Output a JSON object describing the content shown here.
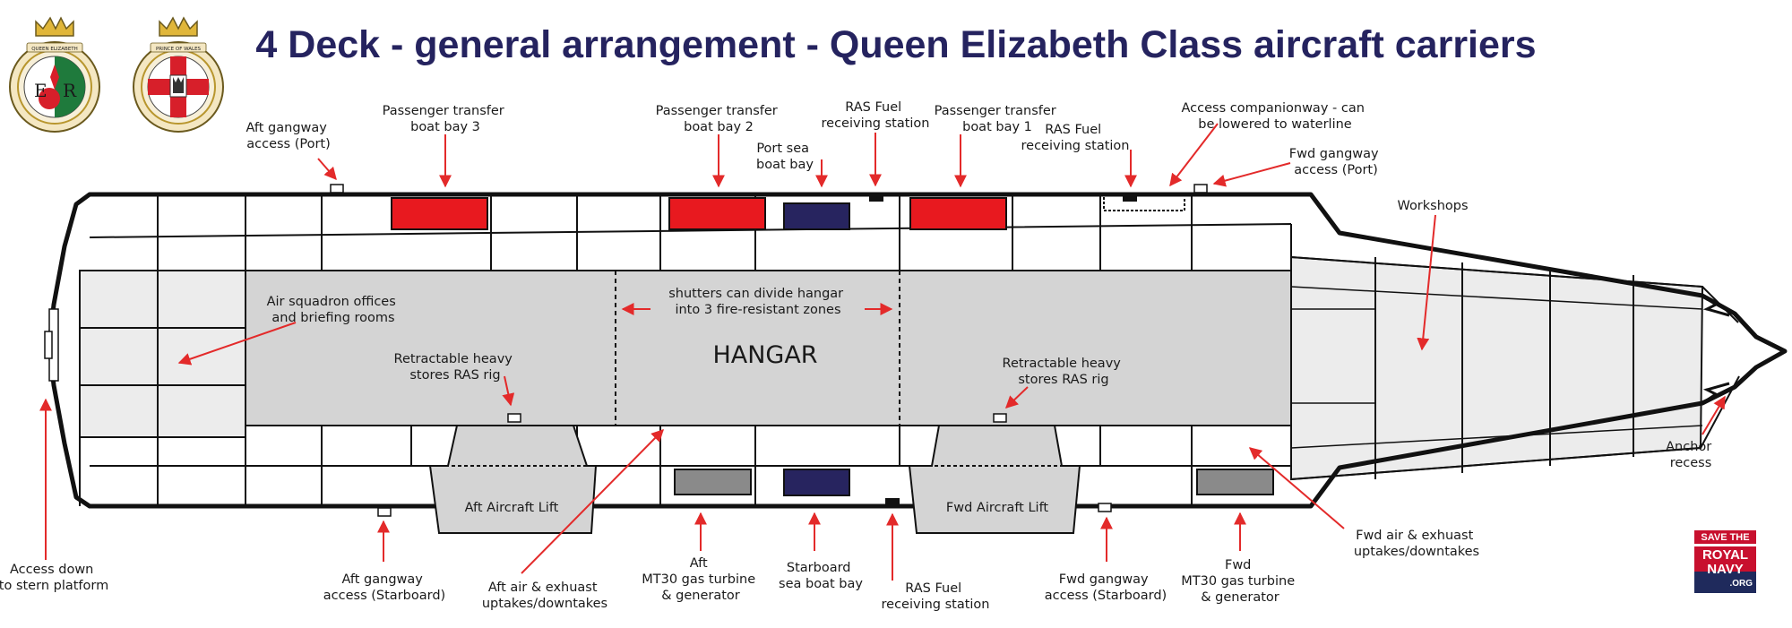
{
  "title": "4 Deck - general arrangement - Queen Elizabeth Class aircraft carriers",
  "crests": [
    {
      "name": "queen-elizabeth-crest",
      "text": "QUEEN ELIZABETH",
      "monogram": "E R"
    },
    {
      "name": "prince-of-wales-crest",
      "text": "PRINCE OF WALES"
    }
  ],
  "hangar_label": "HANGAR",
  "labels": {
    "aft_gangway_port": [
      "Aft gangway",
      "access (Port)"
    ],
    "passenger_bay_3": [
      "Passenger transfer",
      "boat bay 3"
    ],
    "passenger_bay_2": [
      "Passenger transfer",
      "boat bay 2"
    ],
    "port_sea_boat_bay": [
      "Port sea",
      "boat bay"
    ],
    "ras_fuel_top_left": [
      "RAS Fuel",
      "receiving station"
    ],
    "passenger_bay_1": [
      "Passenger transfer",
      "boat bay 1"
    ],
    "ras_fuel_top_right": [
      "RAS Fuel",
      "receiving station"
    ],
    "access_companionway": [
      "Access companionway - can",
      "be lowered to waterline"
    ],
    "fwd_gangway_port": [
      "Fwd gangway",
      "access (Port)"
    ],
    "workshops": [
      "Workshops"
    ],
    "air_squadron": [
      "Air squadron offices",
      "and briefing rooms"
    ],
    "shutters": [
      "shutters can divide hangar",
      "into 3 fire-resistant zones"
    ],
    "ras_rig_aft": [
      "Retractable heavy",
      "stores RAS rig"
    ],
    "ras_rig_fwd": [
      "Retractable heavy",
      "stores RAS rig"
    ],
    "aft_lift": [
      "Aft Aircraft Lift"
    ],
    "fwd_lift": [
      "Fwd Aircraft Lift"
    ],
    "access_stern": [
      "Access down",
      "to stern platform"
    ],
    "aft_gangway_stbd": [
      "Aft gangway",
      "access (Starboard)"
    ],
    "aft_air_exhaust": [
      "Aft air & exhuast",
      "uptakes/downtakes"
    ],
    "aft_mt30": [
      "Aft",
      "MT30 gas turbine",
      "& generator"
    ],
    "starboard_sea_boat": [
      "Starboard",
      "sea boat bay"
    ],
    "ras_fuel_bottom": [
      "RAS Fuel",
      "receiving station"
    ],
    "fwd_gangway_stbd": [
      "Fwd gangway",
      "access (Starboard)"
    ],
    "fwd_mt30": [
      "Fwd",
      "MT30 gas turbine",
      "& generator"
    ],
    "fwd_air_exhaust": [
      "Fwd air & exhuast",
      "uptakes/downtakes"
    ],
    "anchor_recess": [
      "Anchor",
      "recess"
    ]
  },
  "badge": {
    "line1": "SAVE THE",
    "line2": "ROYAL",
    "line3": "NAVY",
    "line4": ".ORG"
  },
  "colors": {
    "title": "#25235f",
    "hull_outline": "#111111",
    "hangar_fill": "#d4d4d4",
    "compartment_fill": "#ececec",
    "passenger_bay": "#e8191f",
    "sea_boat_bay": "#27245f",
    "gas_turbine": "#8a8a8a",
    "arrow": "#e32a2a",
    "badge_red": "#c8102e",
    "badge_blue": "#1f2a5c"
  }
}
